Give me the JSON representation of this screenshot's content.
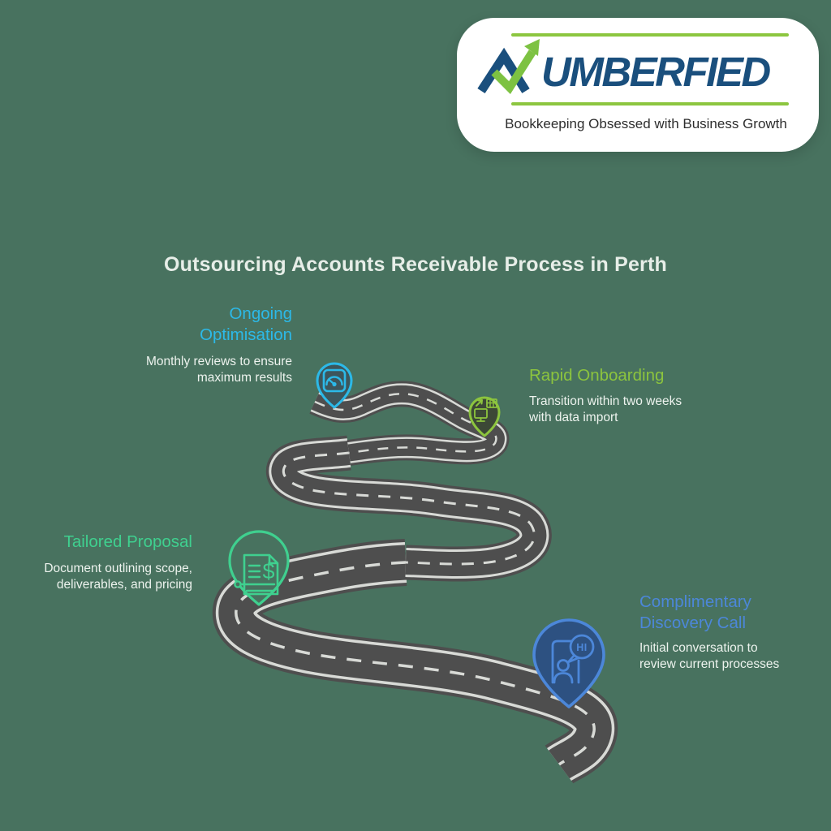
{
  "colors": {
    "background": "#48725f",
    "road": "#4e4e4e",
    "road_line": "#d8dad6",
    "cyan": "#2cb9e8",
    "lime": "#8cc43e",
    "emerald": "#3fd08f",
    "blue": "#4c87d9",
    "blue_pin_fill": "#2d5181",
    "logo_navy": "#1a4f7d",
    "logo_green": "#8cc63f",
    "text_light": "#edf3ee"
  },
  "logo": {
    "wordmark_suffix": "UMBERFIED",
    "tagline": "Bookkeeping Obsessed with Business Growth"
  },
  "title": "Outsourcing Accounts Receivable Process in Perth",
  "milestones": [
    {
      "id": "ongoing-optimisation",
      "label_lines": [
        "Ongoing",
        "Optimisation"
      ],
      "description_lines": [
        "Monthly reviews to ensure",
        "maximum results"
      ],
      "accent_color": "#2cb9e8",
      "icon": "speedometer-pin-icon"
    },
    {
      "id": "rapid-onboarding",
      "label_lines": [
        "Rapid Onboarding"
      ],
      "description_lines": [
        "Transition within two weeks",
        "with data import"
      ],
      "accent_color": "#8cc43e",
      "icon": "data-import-pin-icon"
    },
    {
      "id": "tailored-proposal",
      "label_lines": [
        "Tailored Proposal"
      ],
      "description_lines": [
        "Document outlining scope,",
        "deliverables, and pricing"
      ],
      "accent_color": "#3fd08f",
      "icon": "proposal-document-pin-icon"
    },
    {
      "id": "complimentary-discovery-call",
      "label_lines": [
        "Complimentary",
        "Discovery Call"
      ],
      "description_lines": [
        "Initial conversation to",
        "review current processes"
      ],
      "accent_color": "#4c87d9",
      "icon": "discovery-call-pin-icon"
    }
  ],
  "pin_glyphs": {
    "dollar": "$",
    "greeting": "HI"
  }
}
